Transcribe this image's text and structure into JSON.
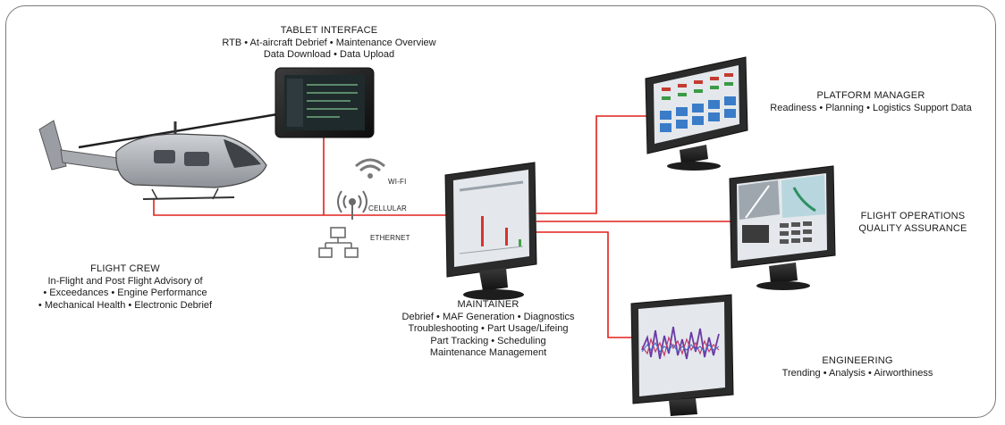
{
  "tablet": {
    "title": "TABLET INTERFACE",
    "lines": [
      "RTB • At-aircraft Debrief • Maintenance Overview",
      "Data Download • Data Upload"
    ]
  },
  "platform_manager": {
    "title": "PLATFORM MANAGER",
    "lines": [
      "Readiness • Planning • Logistics Support Data"
    ]
  },
  "flight_ops": {
    "title": "FLIGHT OPERATIONS",
    "lines": [
      "QUALITY ASSURANCE"
    ]
  },
  "flight_crew": {
    "title": "FLIGHT CREW",
    "lines": [
      "In-Flight and Post Flight Advisory of",
      "• Exceedances • Engine Performance",
      "• Mechanical Health • Electronic Debrief"
    ]
  },
  "maintainer": {
    "title": "MAINTAINER",
    "lines": [
      "Debrief • MAF Generation • Diagnostics",
      "Troubleshooting • Part Usage/Lifeing",
      "Part Tracking • Scheduling",
      "Maintenance Management"
    ]
  },
  "engineering": {
    "title": "ENGINEERING",
    "lines": [
      "Trending • Analysis • Airworthiness"
    ]
  },
  "network": {
    "wifi": "WI-FI",
    "cellular": "CELLULAR",
    "ethernet": "ETHERNET"
  },
  "colors": {
    "connector": "#e0201c",
    "bezel": "#2b2b2b",
    "screen": "#e4e8ec"
  }
}
